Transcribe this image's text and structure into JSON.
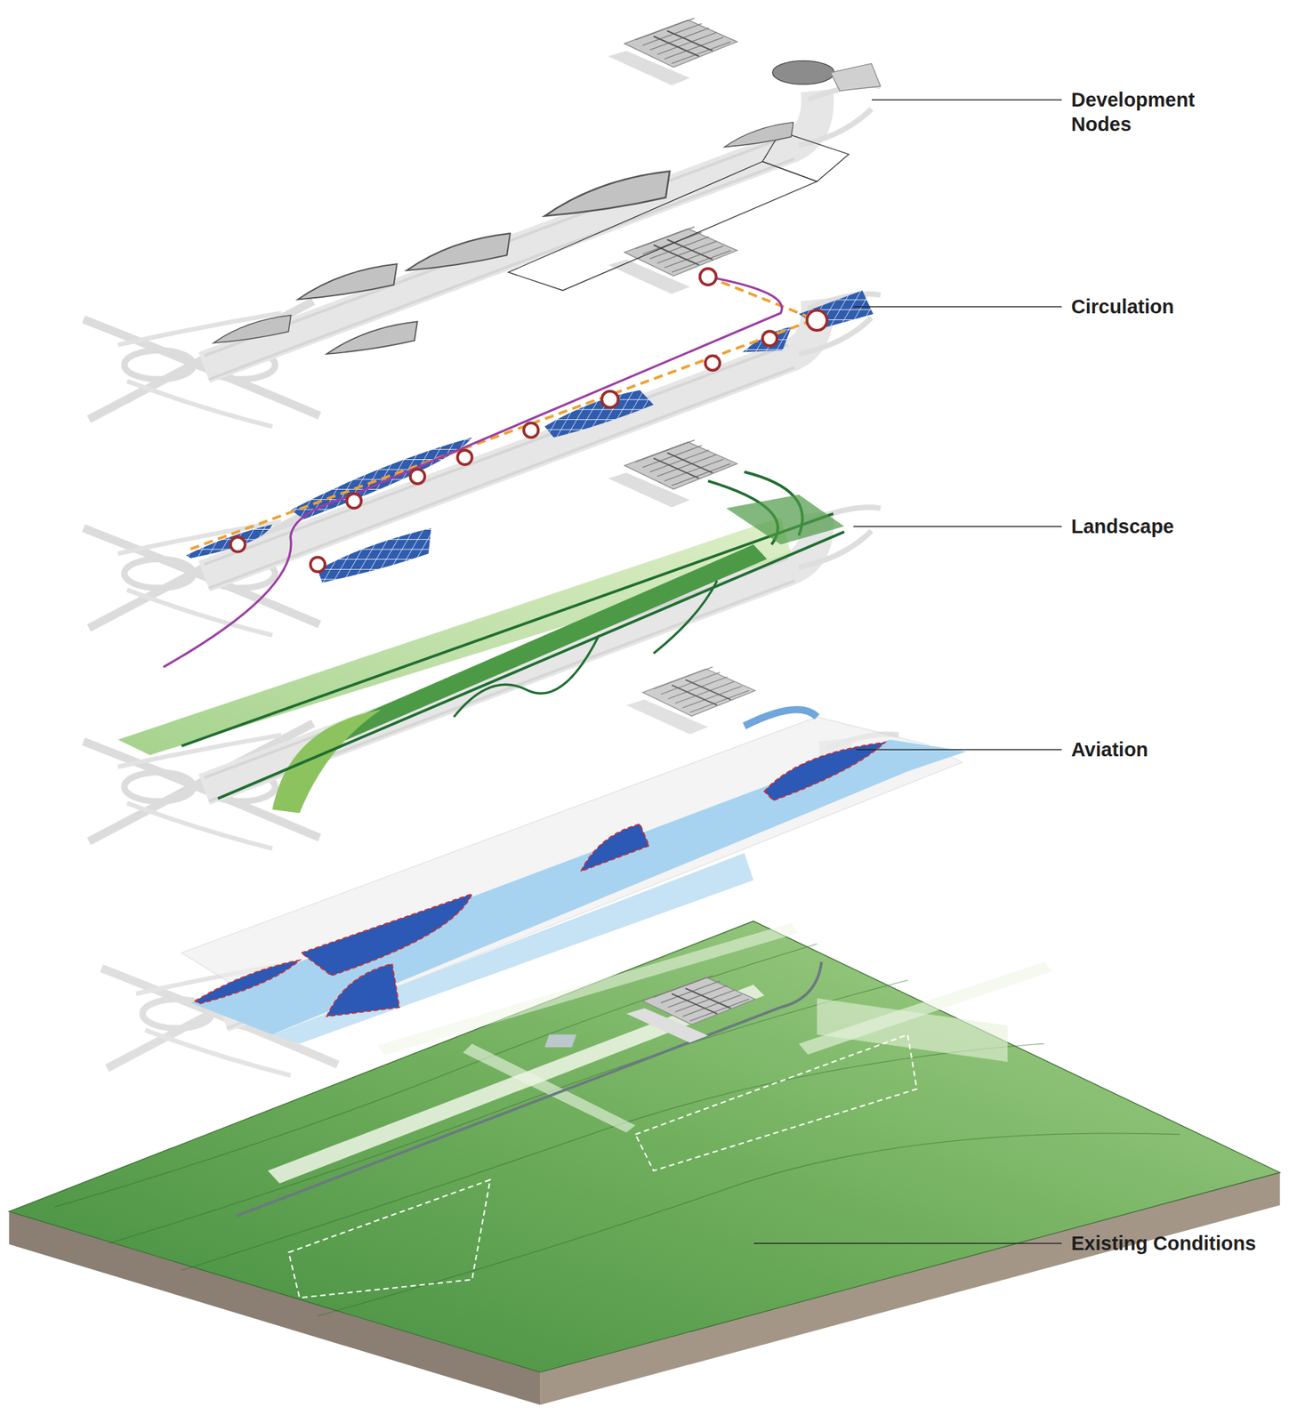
{
  "diagram": {
    "labels": [
      "Development Nodes",
      "Circulation",
      "Landscape",
      "Aviation",
      "Existing Conditions"
    ]
  }
}
